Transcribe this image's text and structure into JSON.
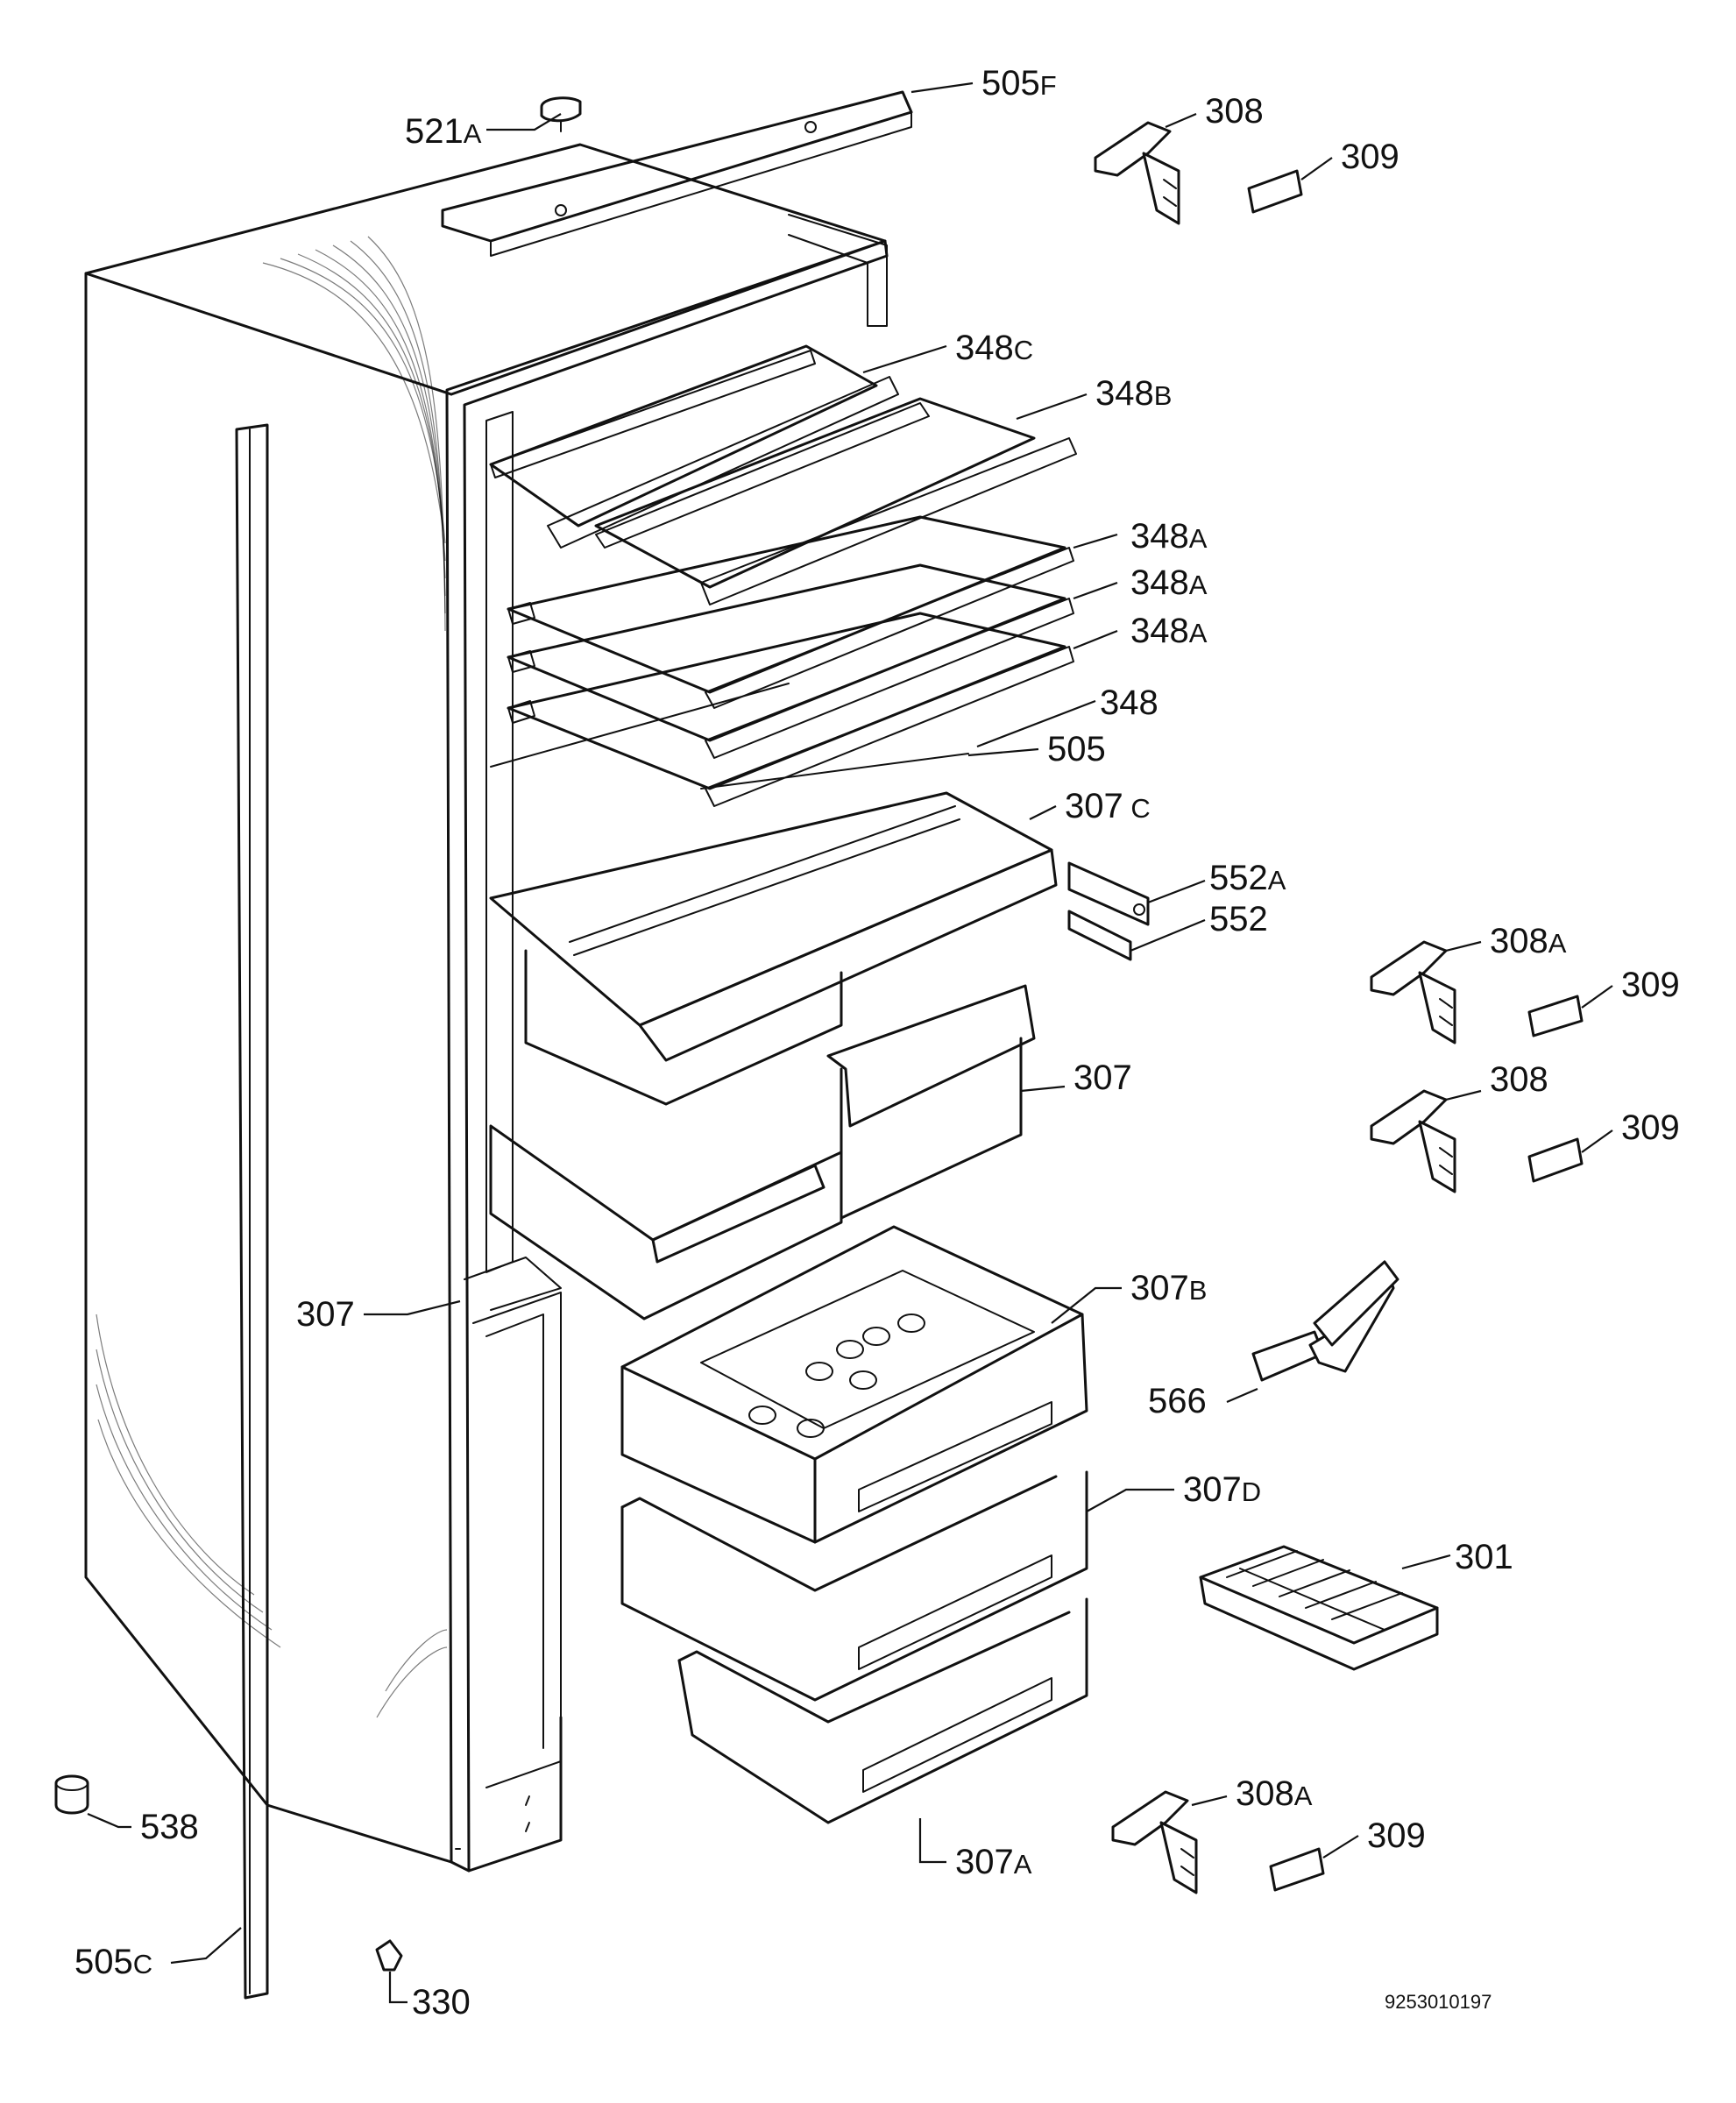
{
  "diagram": {
    "document_number": "9253010197",
    "callouts": [
      {
        "id": "c-505f",
        "num": "505",
        "suffix": "F"
      },
      {
        "id": "c-521a",
        "num": "521",
        "suffix": "A"
      },
      {
        "id": "c-308-top",
        "num": "308",
        "suffix": ""
      },
      {
        "id": "c-309-top",
        "num": "309",
        "suffix": ""
      },
      {
        "id": "c-348c",
        "num": "348",
        "suffix": "C"
      },
      {
        "id": "c-348b",
        "num": "348",
        "suffix": "B"
      },
      {
        "id": "c-348a-1",
        "num": "348",
        "suffix": "A"
      },
      {
        "id": "c-348a-2",
        "num": "348",
        "suffix": "A"
      },
      {
        "id": "c-348a-3",
        "num": "348",
        "suffix": "A"
      },
      {
        "id": "c-348",
        "num": "348",
        "suffix": ""
      },
      {
        "id": "c-505",
        "num": "505",
        "suffix": ""
      },
      {
        "id": "c-307c",
        "num": "307",
        "suffix": " C"
      },
      {
        "id": "c-552a",
        "num": "552",
        "suffix": "A"
      },
      {
        "id": "c-552",
        "num": "552",
        "suffix": ""
      },
      {
        "id": "c-308a-mid",
        "num": "308",
        "suffix": "A"
      },
      {
        "id": "c-309-mid1",
        "num": "309",
        "suffix": ""
      },
      {
        "id": "c-308-mid",
        "num": "308",
        "suffix": ""
      },
      {
        "id": "c-309-mid2",
        "num": "309",
        "suffix": ""
      },
      {
        "id": "c-307-right",
        "num": "307",
        "suffix": ""
      },
      {
        "id": "c-307-left",
        "num": "307",
        "suffix": ""
      },
      {
        "id": "c-307b",
        "num": "307",
        "suffix": "B"
      },
      {
        "id": "c-566",
        "num": "566",
        "suffix": ""
      },
      {
        "id": "c-307d",
        "num": "307",
        "suffix": "D"
      },
      {
        "id": "c-301",
        "num": "301",
        "suffix": ""
      },
      {
        "id": "c-308a-bot",
        "num": "308",
        "suffix": "A"
      },
      {
        "id": "c-309-bot",
        "num": "309",
        "suffix": ""
      },
      {
        "id": "c-307a",
        "num": "307",
        "suffix": "A"
      },
      {
        "id": "c-538",
        "num": "538",
        "suffix": ""
      },
      {
        "id": "c-505c",
        "num": "505",
        "suffix": "C"
      },
      {
        "id": "c-330",
        "num": "330",
        "suffix": ""
      }
    ]
  }
}
